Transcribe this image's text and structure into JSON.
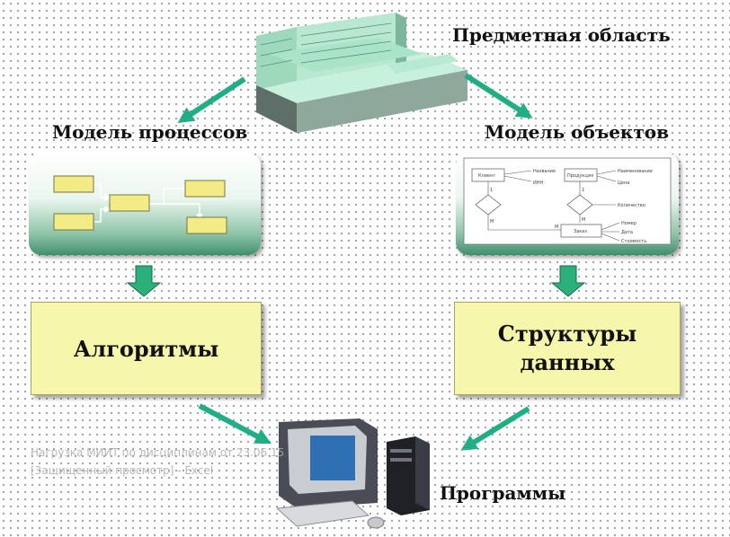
{
  "labels": {
    "domain": "Предметная область",
    "process_model": "Модель процессов",
    "object_model": "Модель объектов",
    "programs": "Программы"
  },
  "boxes": {
    "algorithms": "Алгоритмы",
    "data_structures_line1": "Структуры",
    "data_structures_line2": "данных"
  },
  "er_diagram": {
    "entities": [
      "Клиент",
      "Продукция",
      "Заказ"
    ],
    "attributes": [
      "Название",
      "ИНН",
      "Наименование",
      "Цена",
      "Количество",
      "Номер",
      "Дата",
      "Стоимость"
    ],
    "cardinalities": [
      "1",
      "M",
      "1",
      "M",
      "M"
    ]
  },
  "watermark": {
    "line1": "Нагрузка МИИТ по дисциплинам от 23.06.15",
    "line2": "[Защищенный просмотр] - Excel"
  },
  "colors": {
    "arrow_teal": "#1fae86",
    "box_fill": "#f7f6ad",
    "panel_dark": "#3f8f6e"
  }
}
